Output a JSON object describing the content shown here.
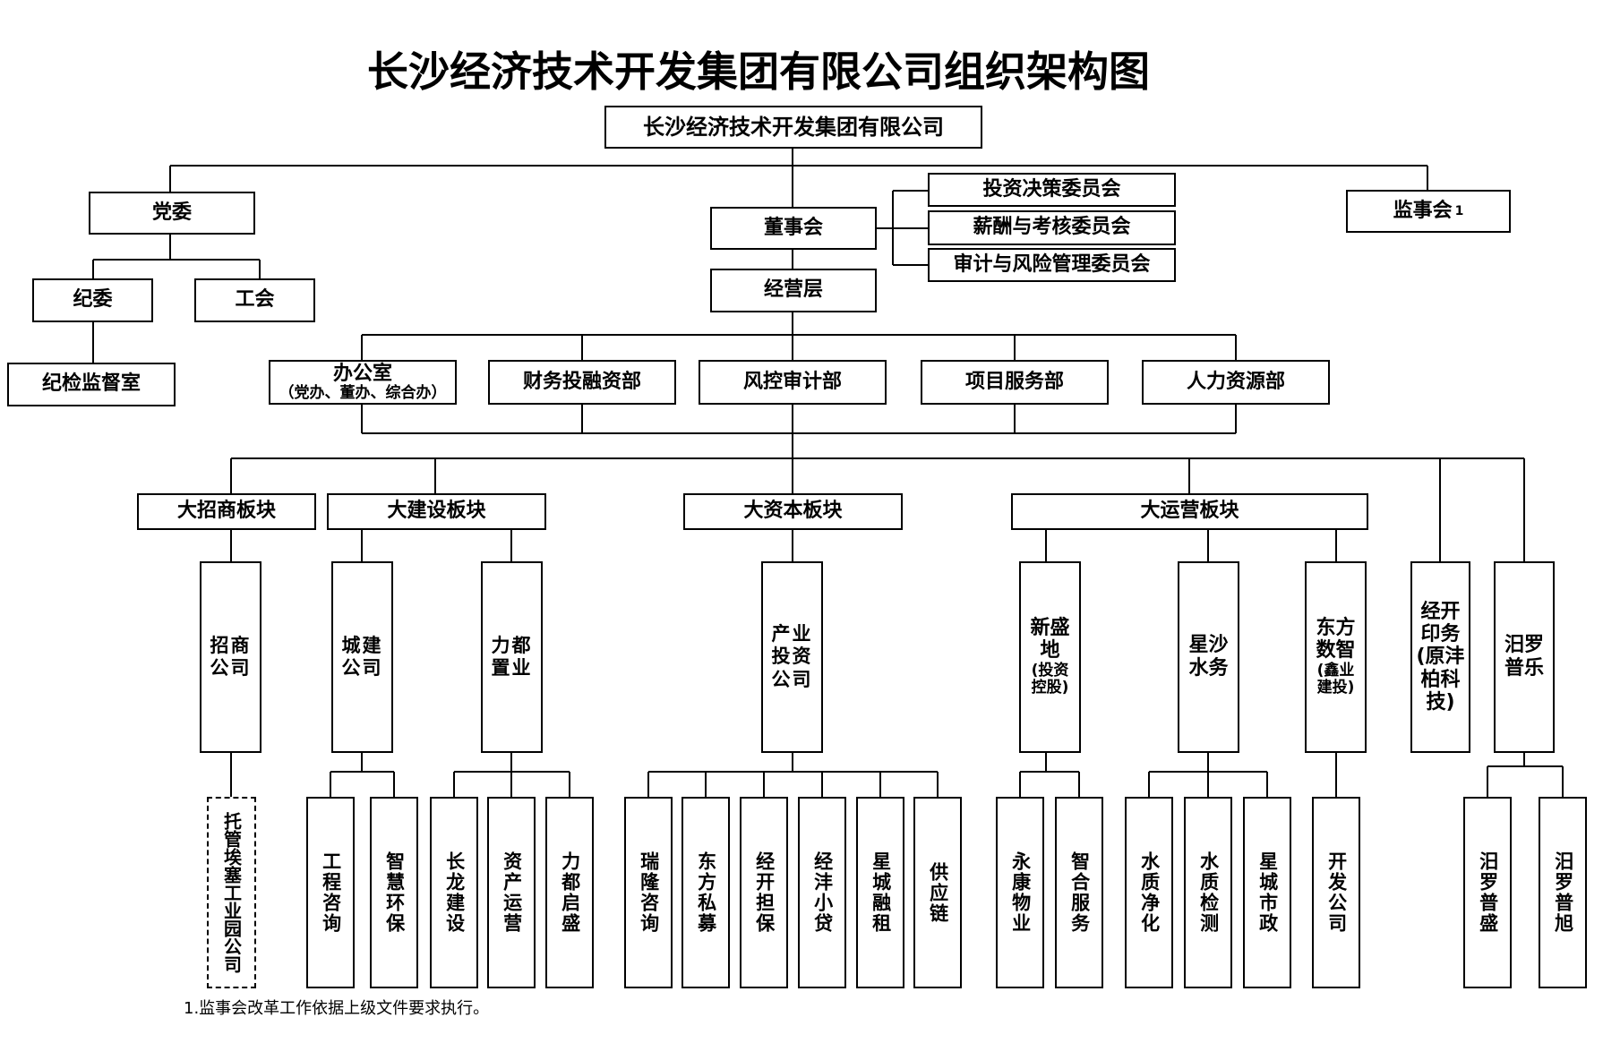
{
  "title": "长沙经济技术开发集团有限公司组织架构图",
  "colors": {
    "line": "#000000",
    "box_bg": "#ffffff",
    "box_border": "#000000"
  },
  "root": "长沙经济技术开发集团有限公司",
  "party": {
    "name": "党委",
    "discipline": "纪委",
    "union": "工会",
    "inspection_office": "纪检监督室"
  },
  "board": {
    "name": "董事会",
    "committees": [
      "投资决策委员会",
      "薪酬与考核委员会",
      "审计与风险管理委员会"
    ]
  },
  "supervisory": {
    "name": "监事会",
    "note_mark": "1"
  },
  "management": "经营层",
  "departments": [
    {
      "name": "办公室",
      "sub": "（党办、董办、综合办）"
    },
    {
      "name": "财务投融资部"
    },
    {
      "name": "风控审计部"
    },
    {
      "name": "项目服务部"
    },
    {
      "name": "人力资源部"
    }
  ],
  "sectors": [
    "大招商板块",
    "大建设板块",
    "大资本板块",
    "大运营板块"
  ],
  "companies": {
    "zhaoshang": "招商公司",
    "chengjian": "城建公司",
    "lidu": "力都置业",
    "chanye": "产业投资公司",
    "xinsheng": "新盛地",
    "xinsheng_sub": "(投资控股)",
    "xingsha": "星沙水务",
    "dongfang": "东方数智",
    "dongfang_sub": "(鑫业建投)",
    "jingkai": "经开印务",
    "jingkai_sub": "(原沣柏科技)",
    "miluo": "汨罗普乐"
  },
  "subsidiaries": {
    "trustee": "托管埃塞工业园公司",
    "chengjian_children": [
      "工程咨询",
      "智慧环保"
    ],
    "lidu_children": [
      "长龙建设",
      "资产运营",
      "力都启盛"
    ],
    "chanye_children": [
      "瑞隆咨询",
      "东方私募",
      "经开担保",
      "经沣小贷",
      "星城融租",
      "供应链"
    ],
    "xinsheng_children": [
      "永康物业",
      "智合服务"
    ],
    "xingsha_children": [
      "水质净化",
      "水质检测",
      "星城市政"
    ],
    "dongfang_children": [
      "开发公司"
    ],
    "miluo_children": [
      "汨罗普盛",
      "汨罗普旭"
    ]
  },
  "footnote": "1.监事会改革工作依据上级文件要求执行。"
}
